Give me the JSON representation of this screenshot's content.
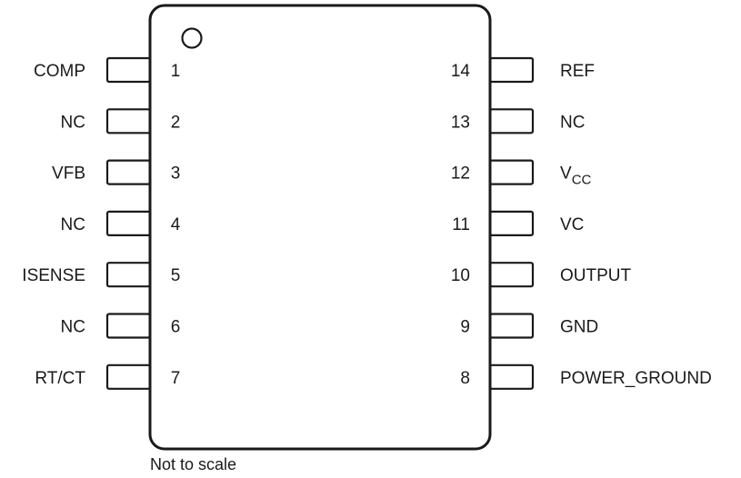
{
  "left_pins": [
    {
      "number": "1",
      "name": "COMP"
    },
    {
      "number": "2",
      "name": "NC"
    },
    {
      "number": "3",
      "name": "VFB"
    },
    {
      "number": "4",
      "name": "NC"
    },
    {
      "number": "5",
      "name": "ISENSE"
    },
    {
      "number": "6",
      "name": "NC"
    },
    {
      "number": "7",
      "name": "RT/CT"
    }
  ],
  "right_pins": [
    {
      "number": "14",
      "name": "REF"
    },
    {
      "number": "13",
      "name": "NC"
    },
    {
      "number": "12",
      "name": "V",
      "subscript": "CC"
    },
    {
      "number": "11",
      "name": "VC"
    },
    {
      "number": "10",
      "name": "OUTPUT"
    },
    {
      "number": "9",
      "name": "GND"
    },
    {
      "number": "8",
      "name": "POWER_GROUND"
    }
  ],
  "footnote": "Not to scale",
  "colors": {
    "stroke": "#1a1a1a",
    "background": "#ffffff"
  }
}
